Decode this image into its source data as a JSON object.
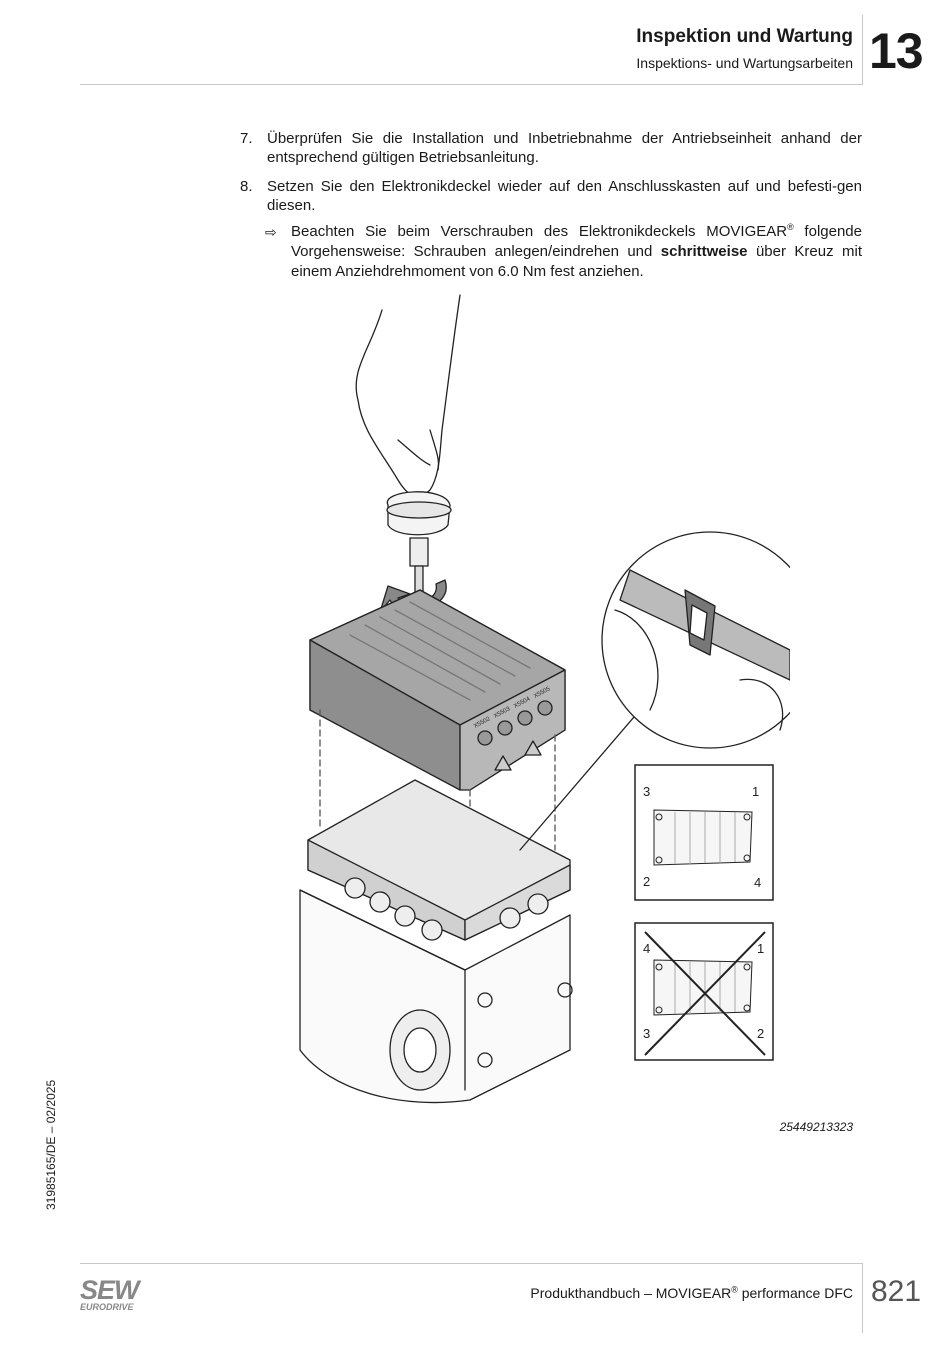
{
  "header": {
    "title": "Inspektion und Wartung",
    "subtitle": "Inspektions- und Wartungsarbeiten",
    "chapter": "13"
  },
  "steps": [
    {
      "number": "7.",
      "text": "Überprüfen Sie die Installation und Inbetriebnahme der Antriebseinheit anhand der entsprechend gültigen Betriebsanleitung."
    },
    {
      "number": "8.",
      "text": "Setzen Sie den Elektronikdeckel wieder auf den Anschlusskasten auf und befesti-gen diesen."
    }
  ],
  "hint": {
    "arrow": "⇨",
    "text_1": "Beachten Sie beim Verschrauben des Elektronikdeckels MOVIGEAR",
    "reg": "®",
    "text_2": " folgende Vorgehensweise: Schrauben anlegen/eindrehen und ",
    "bold": "schrittweise",
    "text_3": " über Kreuz mit einem Anziehdrehmoment von 6.0 Nm fest anziehen."
  },
  "figure": {
    "id": "25449213323",
    "correct_box": {
      "tl": "3",
      "tr": "1",
      "bl": "2",
      "br": "4"
    },
    "wrong_box": {
      "tl": "4",
      "tr": "1",
      "bl": "3",
      "br": "2"
    },
    "port_labels": [
      "X5502",
      "X5503",
      "X5504",
      "X5505"
    ]
  },
  "side_text": "31985165/DE – 02/2025",
  "footer": {
    "logo_main": "SEW",
    "logo_sub": "EURODRIVE",
    "text_1": "Produkthandbuch – MOVIGEAR",
    "reg": "®",
    "text_2": " performance DFC",
    "page": "821"
  }
}
